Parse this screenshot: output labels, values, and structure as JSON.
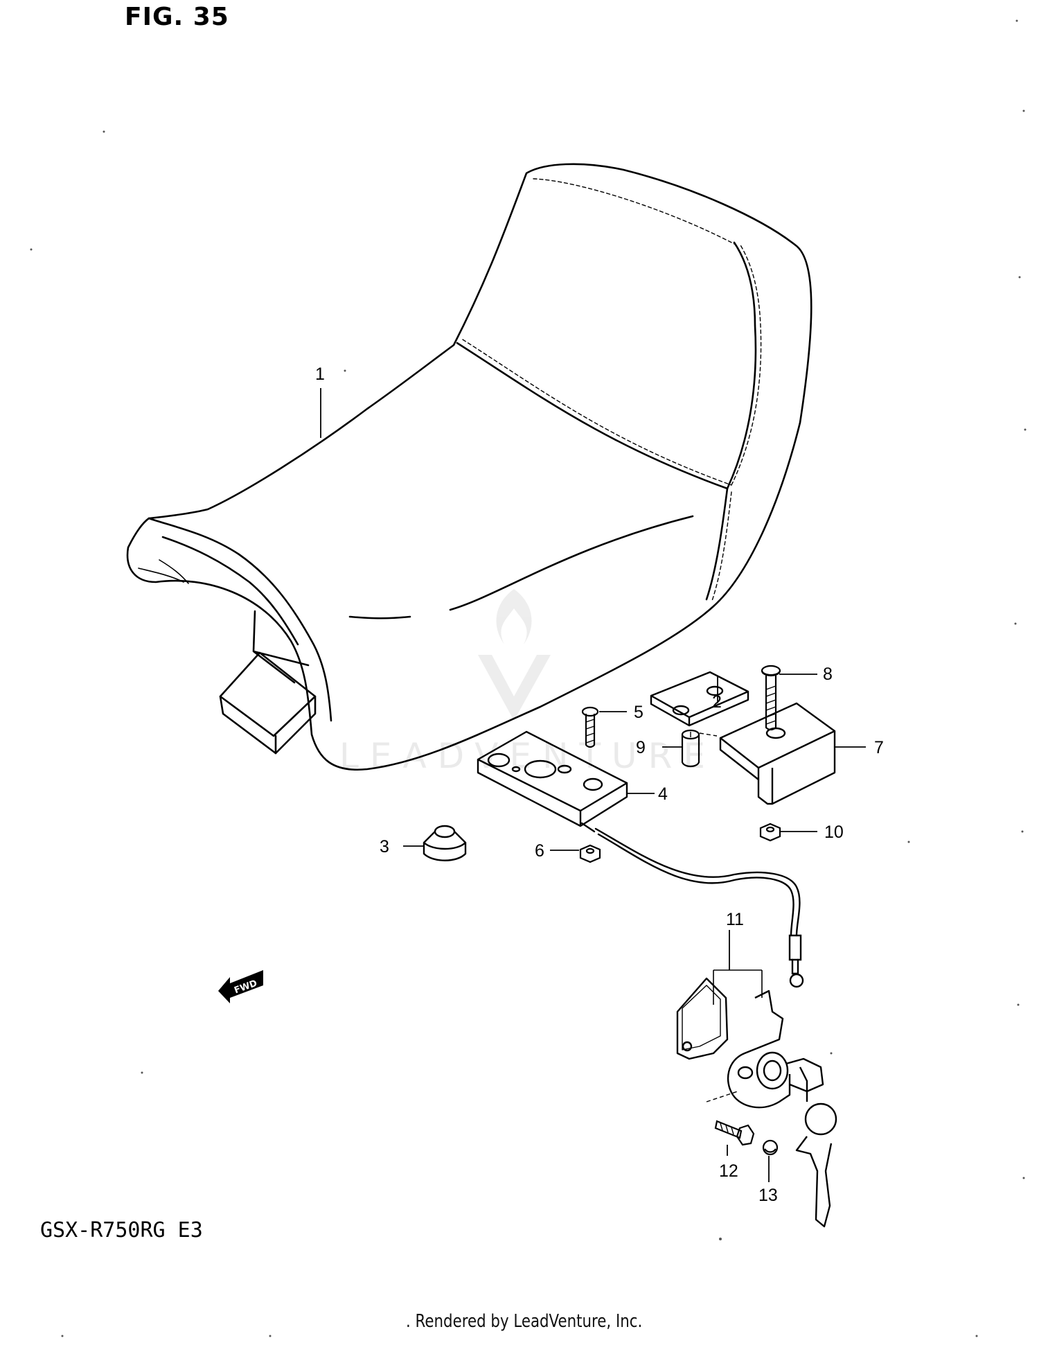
{
  "figure": {
    "title": "FIG. 35"
  },
  "model_code": "GSX-R750RG E3",
  "footer": ". Rendered by LeadVenture, Inc.",
  "watermark": {
    "text": "LEADVENTURE"
  },
  "forward_indicator": {
    "text": "FWD",
    "icon": "forward-arrow-icon"
  },
  "callouts": [
    "1",
    "2",
    "3",
    "4",
    "5",
    "6",
    "7",
    "8",
    "9",
    "10",
    "11",
    "12",
    "13"
  ]
}
